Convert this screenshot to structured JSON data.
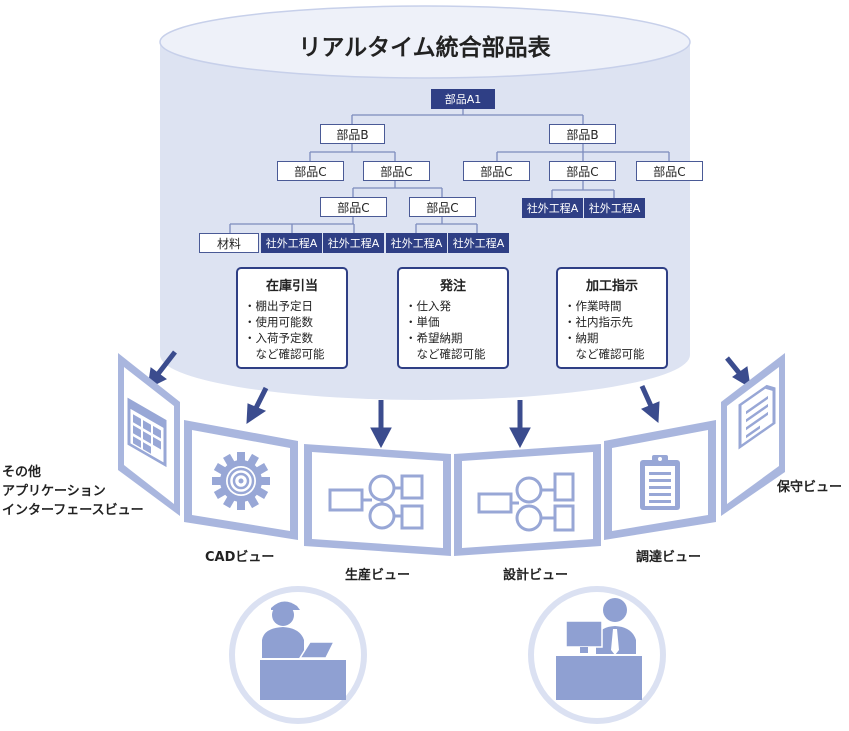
{
  "title": "リアルタイム統合部品表",
  "tree": {
    "root": "部品A1",
    "level1": [
      "部品B",
      "部品B"
    ],
    "level2": [
      "部品C",
      "部品C",
      "部品C",
      "部品C",
      "部品C"
    ],
    "level3": [
      "部品C",
      "部品C"
    ],
    "level4_right": [
      "社外工程A",
      "社外工程A"
    ],
    "leaves": [
      "材料",
      "社外工程A",
      "社外工程A",
      "社外工程A",
      "社外工程A"
    ]
  },
  "infoboxes": [
    {
      "title": "在庫引当",
      "lines": [
        "・棚出予定日",
        "・使用可能数",
        "・入荷予定数",
        "　など確認可能"
      ]
    },
    {
      "title": "発注",
      "lines": [
        "・仕入発",
        "・単価",
        "・希望納期",
        "　など確認可能"
      ]
    },
    {
      "title": "加工指示",
      "lines": [
        "・作業時間",
        "・社内指示先",
        "・納期",
        "　など確認可能"
      ]
    }
  ],
  "views": {
    "other_line1": "その他",
    "other_line2": "アプリケーション",
    "other_line3": "インターフェースビュー",
    "cad": "CADビュー",
    "production": "生産ビュー",
    "design": "設計ビュー",
    "procurement": "調達ビュー",
    "maintenance": "保守ビュー"
  },
  "colors": {
    "cylinder": "#dde3f2",
    "cylinder_top": "#eef1f9",
    "panel": "#a9b6de",
    "icon": "#98a7d6",
    "dark_navy": "#2f3f85",
    "arrow": "#3b4c8e",
    "person": "#8fa0d2"
  },
  "icons": [
    "calendar-icon",
    "gear-icon",
    "block-diagram-icon",
    "block-diagram-icon",
    "clipboard-icon",
    "document-icon",
    "worker-icon",
    "office-worker-icon"
  ]
}
